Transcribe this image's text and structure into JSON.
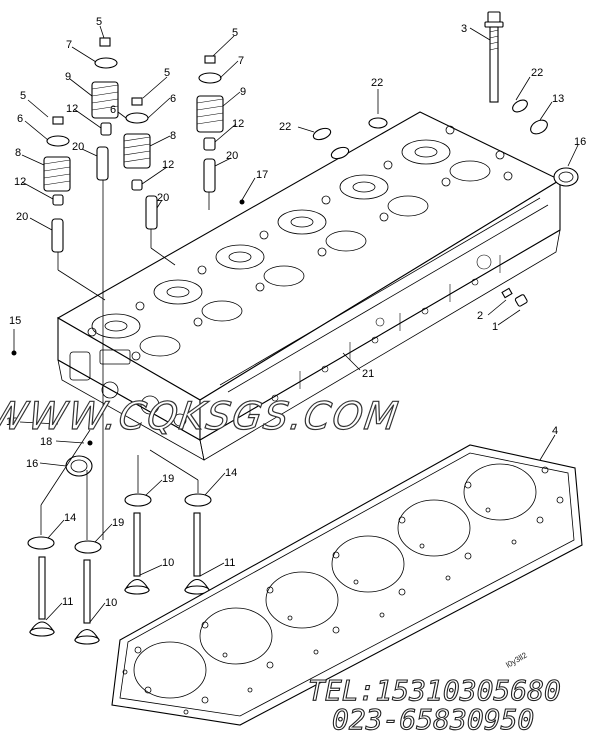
{
  "callouts": {
    "c1": "1",
    "c2": "2",
    "c3": "3",
    "c4": "4",
    "c5a": "5",
    "c5b": "5",
    "c5c": "5",
    "c5d": "5",
    "c6a": "6",
    "c6b": "6",
    "c6c": "6",
    "c7a": "7",
    "c7b": "7",
    "c8a": "8",
    "c8b": "8",
    "c9a": "9",
    "c9b": "9",
    "c10a": "10",
    "c10b": "10",
    "c11a": "11",
    "c11b": "11",
    "c12a": "12",
    "c12b": "12",
    "c12c": "12",
    "c12d": "12",
    "c13a": "13",
    "c13b": "13",
    "c14a": "14",
    "c14b": "14",
    "c15": "15",
    "c16a": "16",
    "c16b": "16",
    "c17": "17",
    "c18": "18",
    "c19a": "19",
    "c19b": "19",
    "c20a": "20",
    "c20b": "20",
    "c20c": "20",
    "c20d": "20",
    "c21": "21",
    "c22a": "22",
    "c22b": "22",
    "c22c": "22"
  },
  "watermark": {
    "url": "WWW.CQKSGS.COM",
    "tel": "TEL:15310305680",
    "phone": "023-65830950"
  },
  "figure_code": "l0y3ll2"
}
